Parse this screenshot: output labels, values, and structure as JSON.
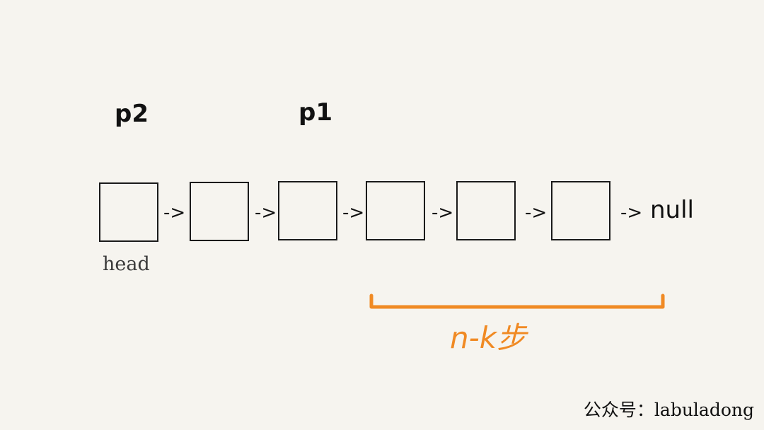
{
  "pointers": {
    "p2": "p2",
    "p1": "p1"
  },
  "list": {
    "node_count": 6,
    "arrow": "->",
    "null_label": "null",
    "head_label": "head"
  },
  "annotation": {
    "text": "n-k步",
    "color": "#f08a24"
  },
  "watermark": "公众号：labuladong",
  "colors": {
    "background": "#f6f4ef",
    "ink": "#111111",
    "accent": "#f08a24"
  }
}
